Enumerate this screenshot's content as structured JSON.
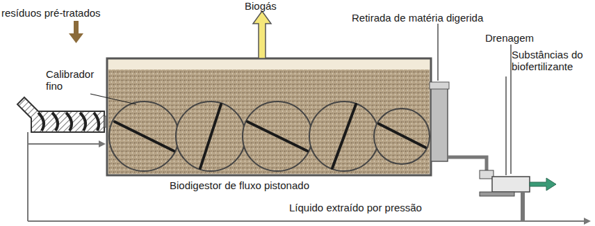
{
  "diagram": {
    "labels": [
      "resíduos pré-tratados",
      "Calibrador fino",
      "Biogás",
      "Retirada de matéria digerida",
      "Drenagem",
      "Substâncias do biofertilizante",
      "Biodigestor de fluxo pistonado",
      "Líquido extraído por pressão"
    ]
  }
}
